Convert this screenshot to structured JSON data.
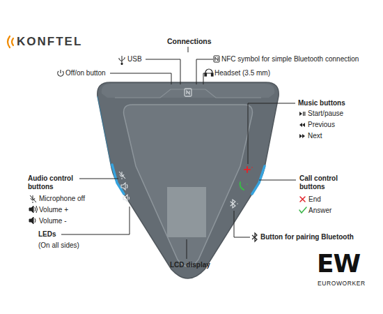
{
  "diagram": {
    "labels": [
      "KONFTEL",
      "Connections",
      "USB",
      "NFC symbol for simple Bluetooth connection",
      "Off/on button",
      "Headset (3.5 mm)",
      "Music buttons",
      "Start/pause",
      "Previous",
      "Next",
      "Audio control buttons",
      "Microphone off",
      "Volume +",
      "Volume -",
      "LEDs",
      "(On all sides)",
      "Call control buttons",
      "End",
      "Answer",
      "Button for pairing Bluetooth",
      "LCD display",
      "EW",
      "EUROWORKER"
    ]
  }
}
